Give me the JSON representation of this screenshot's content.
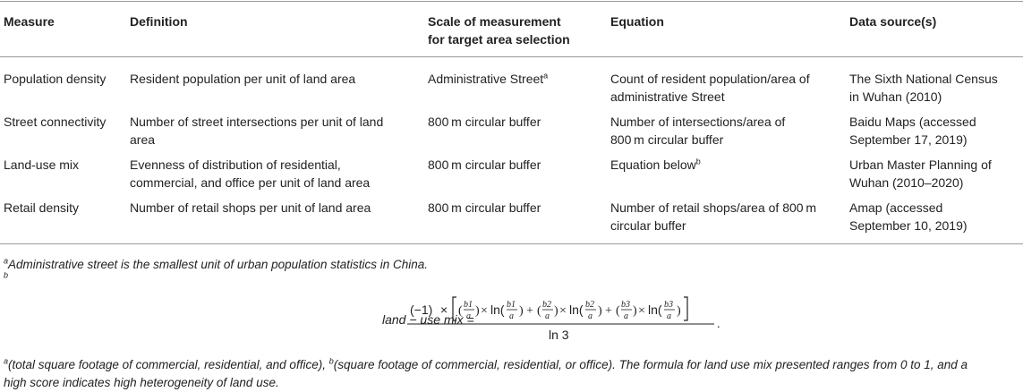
{
  "table": {
    "headers": {
      "measure": "Measure",
      "definition": "Definition",
      "scale_line1": "Scale of measurement",
      "scale_line2": "for target area selection",
      "equation": "Equation",
      "source": "Data source(s)"
    },
    "rows": [
      {
        "measure": "Population density",
        "definition": [
          "Resident population per unit of land area"
        ],
        "scale": "Administrative Street",
        "scale_sup": "a",
        "equation": [
          "Count of resident population/area of",
          "administrative Street"
        ],
        "source": [
          "The Sixth National Census",
          "in Wuhan (2010)"
        ]
      },
      {
        "measure": "Street connectivity",
        "definition": [
          "Number of street intersections per unit of land",
          "area"
        ],
        "scale": "800 m circular buffer",
        "equation": [
          "Number of intersections/area of",
          "800 m circular buffer"
        ],
        "source": [
          "Baidu Maps (accessed",
          "September 17, 2019)"
        ]
      },
      {
        "measure": "Land-use mix",
        "definition": [
          "Evenness of distribution of residential,",
          "commercial, and office per unit of land area"
        ],
        "scale": "800 m circular buffer",
        "equation": [
          "Equation below"
        ],
        "equation_sup": "b",
        "source": [
          "Urban Master Planning of",
          "Wuhan (2010–2020)"
        ]
      },
      {
        "measure": "Retail density",
        "definition": [
          "Number of retail shops per unit of land area"
        ],
        "scale": "800 m circular buffer",
        "equation": [
          "Number of retail shops/area of 800 m",
          "circular buffer"
        ],
        "source": [
          "Amap (accessed",
          "September 10, 2019)"
        ]
      }
    ]
  },
  "footnotes": {
    "a_mark": "a",
    "a_text": "Administrative street is the smallest unit of urban population statistics in China.",
    "b_mark": "b",
    "c_mark_a": "a",
    "c_text_a": "(total square footage of commercial, residential, and office), ",
    "c_mark_b": "b",
    "c_text_b": "(square footage of commercial, residential, or office). The formula for land use mix presented ranges from 0 to 1, and a",
    "c_text_line2": "high score indicates high heterogeneity of land use."
  },
  "formula": {
    "lhs": "land − use mix =",
    "neg": "(−1)",
    "times": "×",
    "ln": "ln(",
    "close": ")",
    "plus": "+",
    "b1": "b1",
    "b2": "b2",
    "b3": "b3",
    "a": "a",
    "denominator": "ln 3",
    "period": "."
  }
}
